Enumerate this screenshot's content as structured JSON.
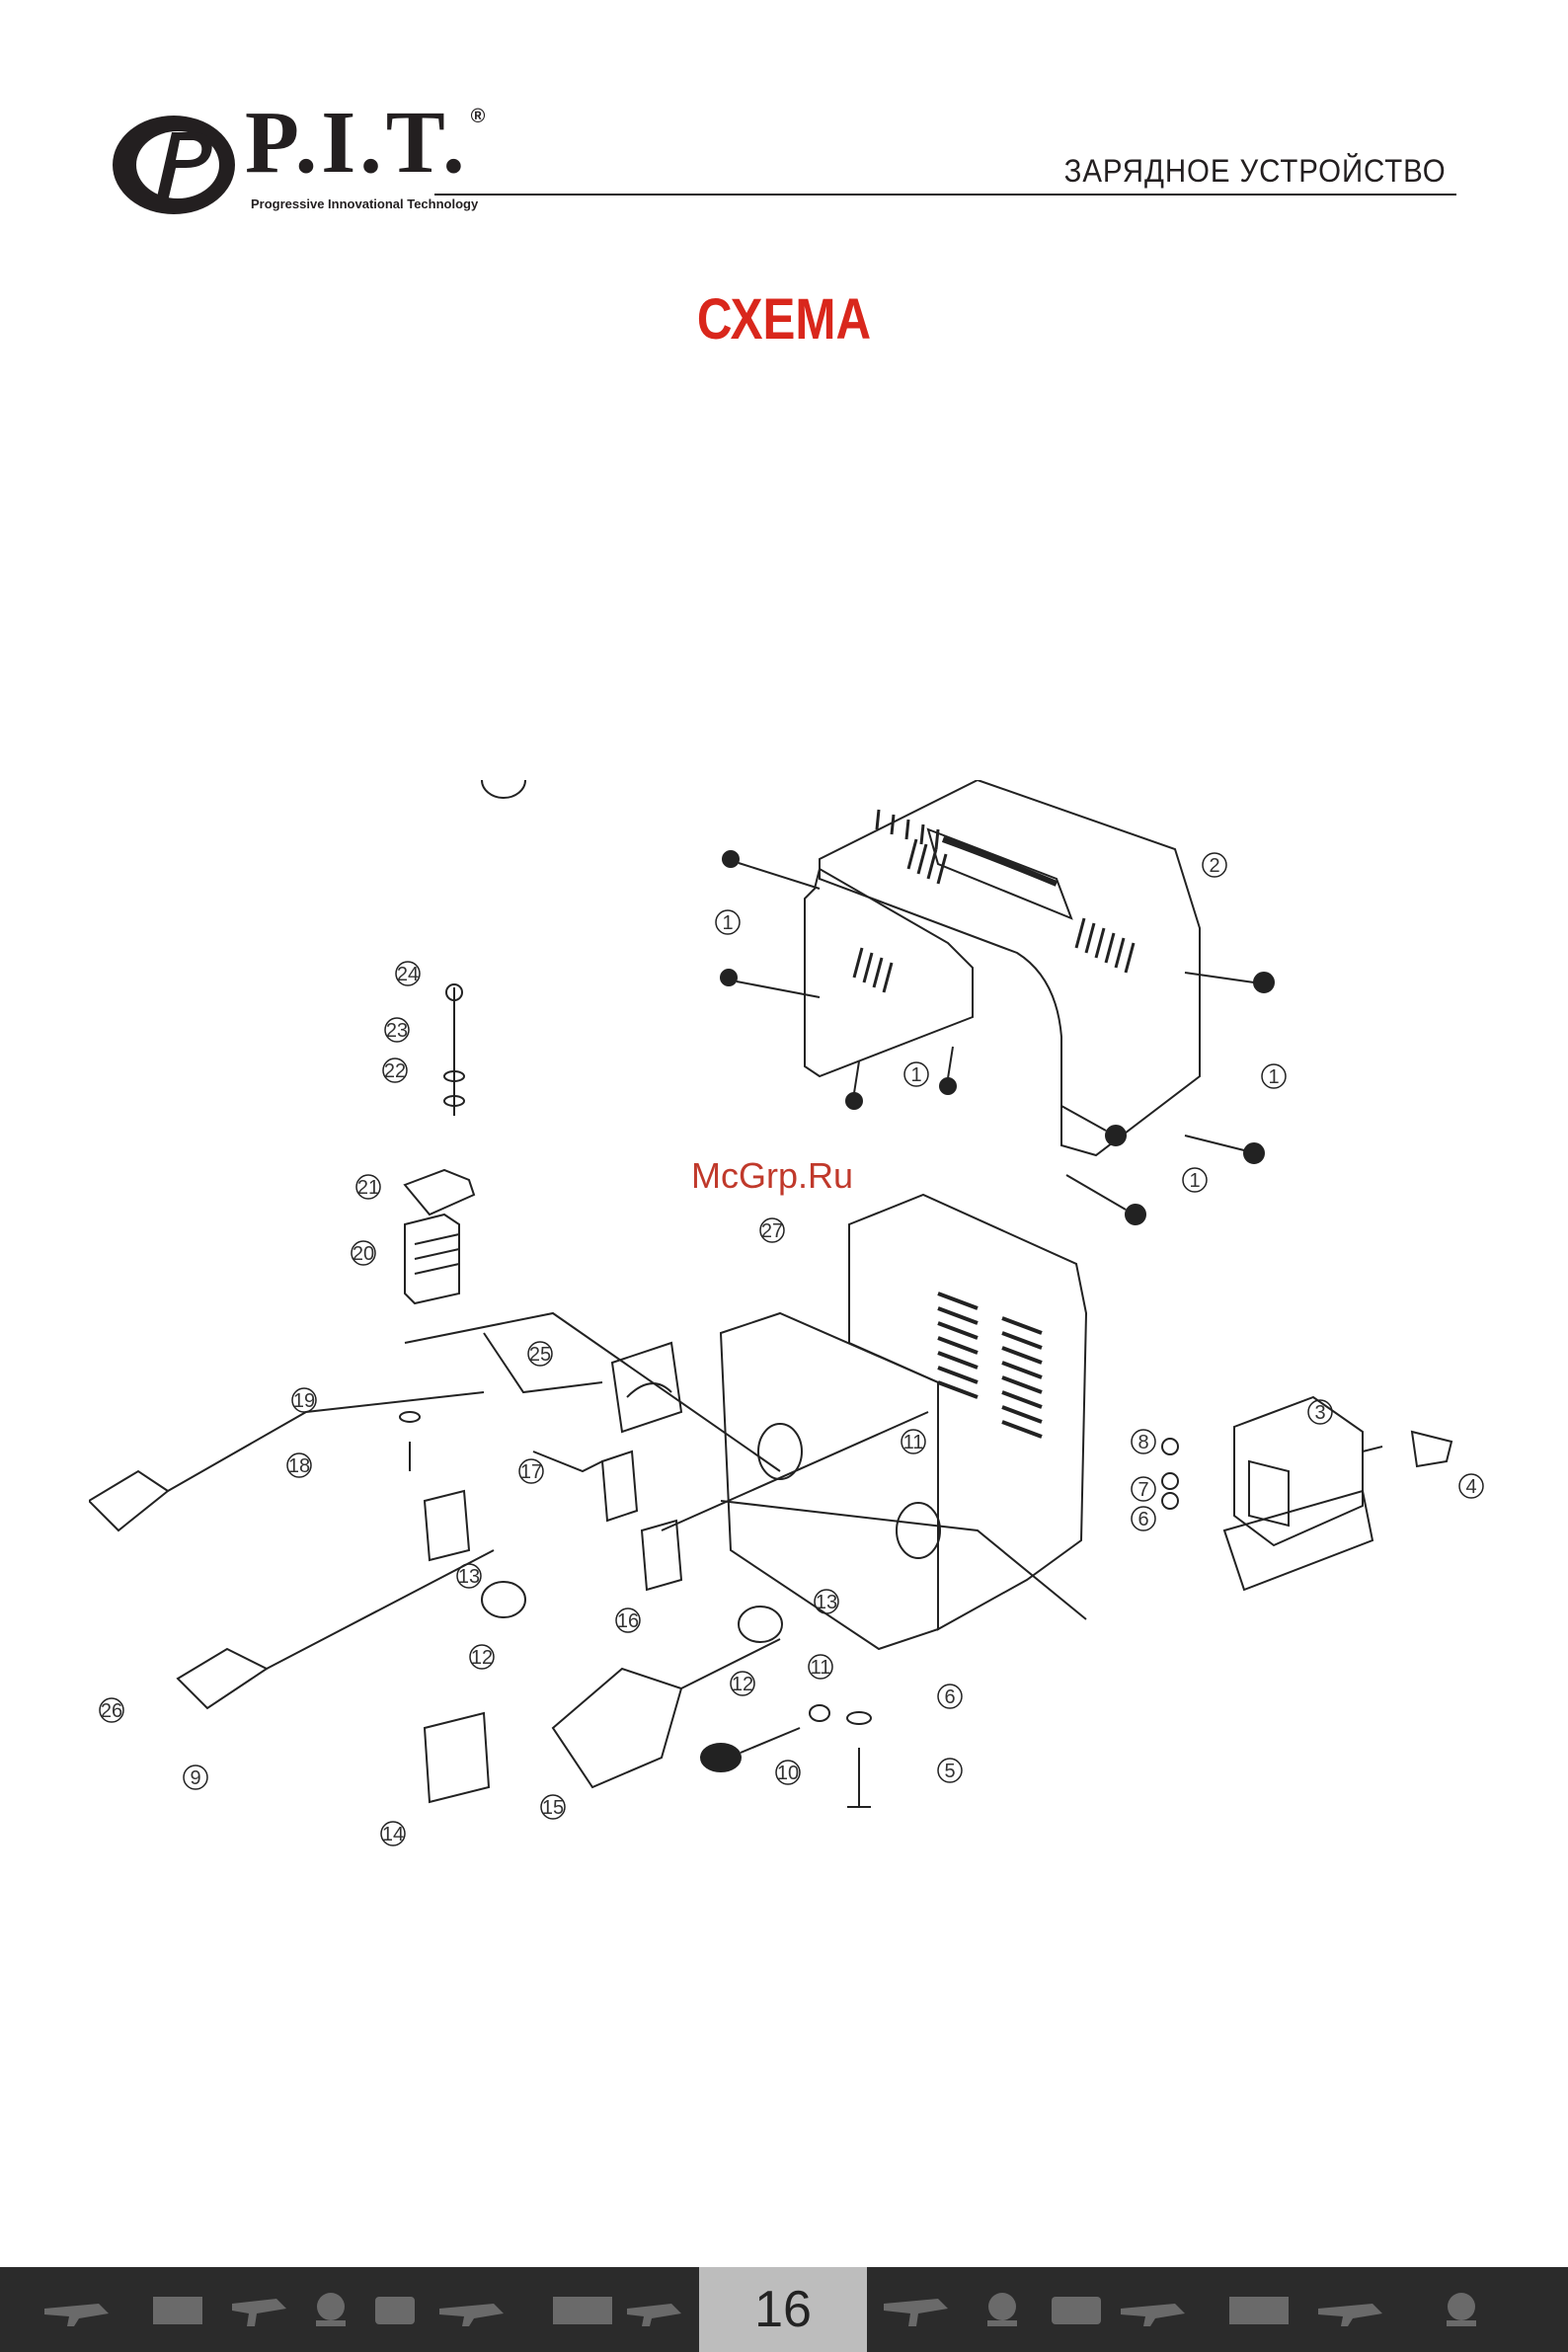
{
  "header": {
    "brand": "P.I.T.",
    "registered_mark": "®",
    "tagline": "Progressive Innovational Technology",
    "document_type": "ЗАРЯДНОЕ УСТРОЙСТВО"
  },
  "title": "СХЕМА",
  "watermark": "McGrp.Ru",
  "diagram": {
    "callouts": [
      "1",
      "1",
      "1",
      "1",
      "2",
      "3",
      "4",
      "5",
      "6",
      "6",
      "7",
      "8",
      "9",
      "10",
      "11",
      "11",
      "12",
      "12",
      "13",
      "13",
      "14",
      "15",
      "16",
      "17",
      "18",
      "19",
      "20",
      "21",
      "22",
      "23",
      "24",
      "25",
      "26",
      "27"
    ]
  },
  "footer": {
    "page_number": "16",
    "icons": [
      "drill-icon",
      "generator-icon",
      "hammer-drill-icon",
      "concrete-mixer-icon",
      "saw-icon",
      "welder-icon",
      "nail-gun-icon"
    ]
  },
  "colors": {
    "title_red": "#d9271c",
    "footer_bg": "#2b2b2b",
    "page_box": "#bdbdbd"
  }
}
